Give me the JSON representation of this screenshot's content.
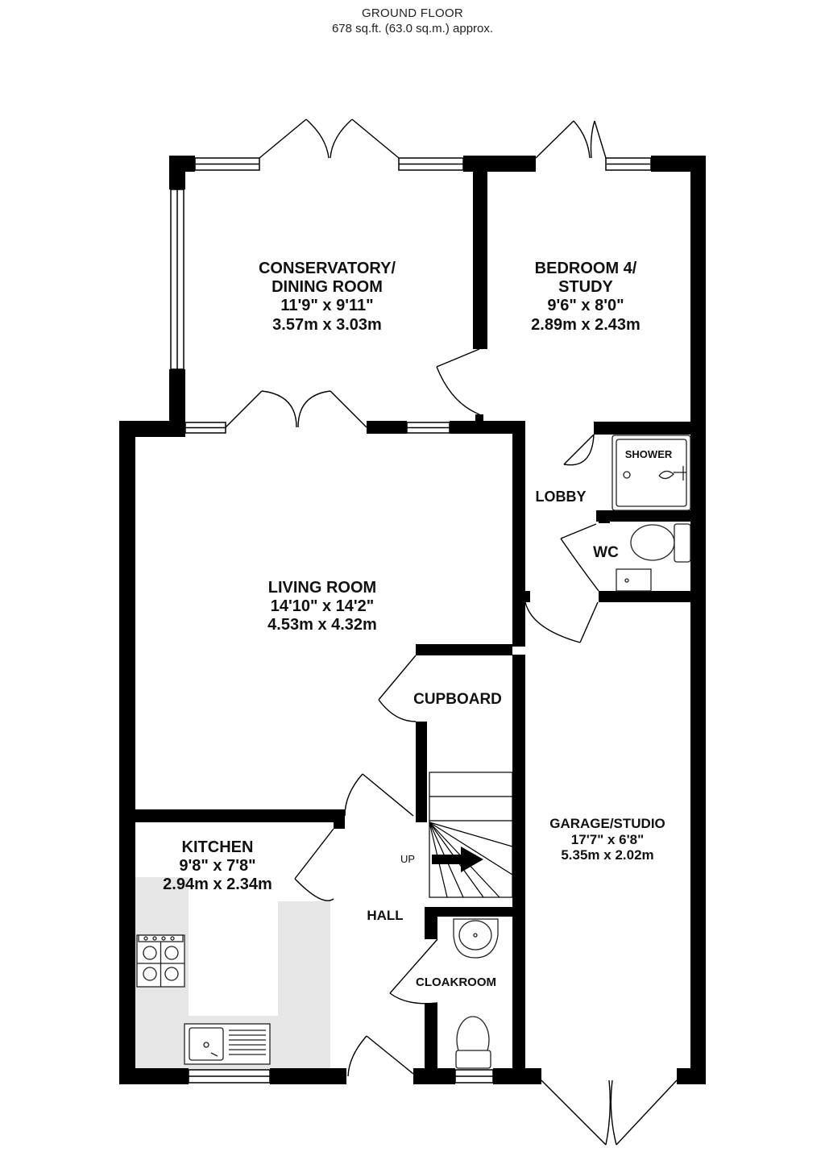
{
  "header": {
    "title": "GROUND FLOOR",
    "area": "678 sq.ft. (63.0 sq.m.) approx."
  },
  "rooms": {
    "conservatory": {
      "name_line1": "CONSERVATORY/",
      "name_line2": "DINING ROOM",
      "imperial": "11'9\"  x 9'11\"",
      "metric": "3.57m  x 3.03m"
    },
    "bedroom4": {
      "name_line1": "BEDROOM 4/",
      "name_line2": "STUDY",
      "imperial": "9'6\"  x 8'0\"",
      "metric": "2.89m  x 2.43m"
    },
    "living": {
      "name": "LIVING ROOM",
      "imperial": "14'10\"  x 14'2\"",
      "metric": "4.53m  x 4.32m"
    },
    "kitchen": {
      "name": "KITCHEN",
      "imperial": "9'8\"  x 7'8\"",
      "metric": "2.94m  x 2.34m"
    },
    "garage": {
      "name": "GARAGE/STUDIO",
      "imperial": "17'7\"  x 6'8\"",
      "metric": "5.35m  x 2.02m"
    },
    "lobby": {
      "name": "LOBBY"
    },
    "wc": {
      "name": "WC"
    },
    "shower": {
      "name": "SHOWER"
    },
    "cupboard": {
      "name": "CUPBOARD"
    },
    "hall": {
      "name": "HALL"
    },
    "cloakroom": {
      "name": "CLOAKROOM"
    }
  },
  "stairs": {
    "label": "UP"
  },
  "colors": {
    "wall": "#000000",
    "worktop": "#e6e6e6",
    "fixture_stroke": "#222222",
    "window": "#ffffff"
  }
}
